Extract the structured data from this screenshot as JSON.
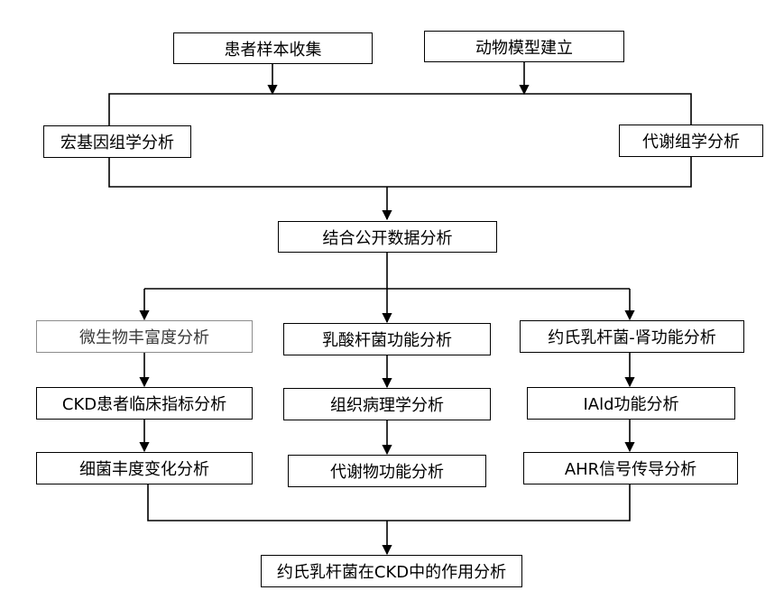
{
  "colors": {
    "line": "#000000",
    "grey_border": "#8c8c8c"
  },
  "nodes": {
    "patient_samples": "患者样本收集",
    "animal_model": "动物模型建立",
    "metagenomics": "宏基因组学分析",
    "metabolomics": "代谢组学分析",
    "public_data": "结合公开数据分析",
    "abundance": "微生物丰富度分析",
    "lactobacillus_function": "乳酸杆菌功能分析",
    "johnsonii_kidney": "约氏乳杆菌-肾功能分析",
    "ckd_indicators": "CKD患者临床指标分析",
    "histopathology": "组织病理学分析",
    "iald_function": "IAld功能分析",
    "bacterial_abundance": "细菌丰度变化分析",
    "metabolite_function": "代谢物功能分析",
    "ahr_signaling": "AHR信号传导分析",
    "final": "约氏乳杆菌在CKD中的作用分析"
  }
}
